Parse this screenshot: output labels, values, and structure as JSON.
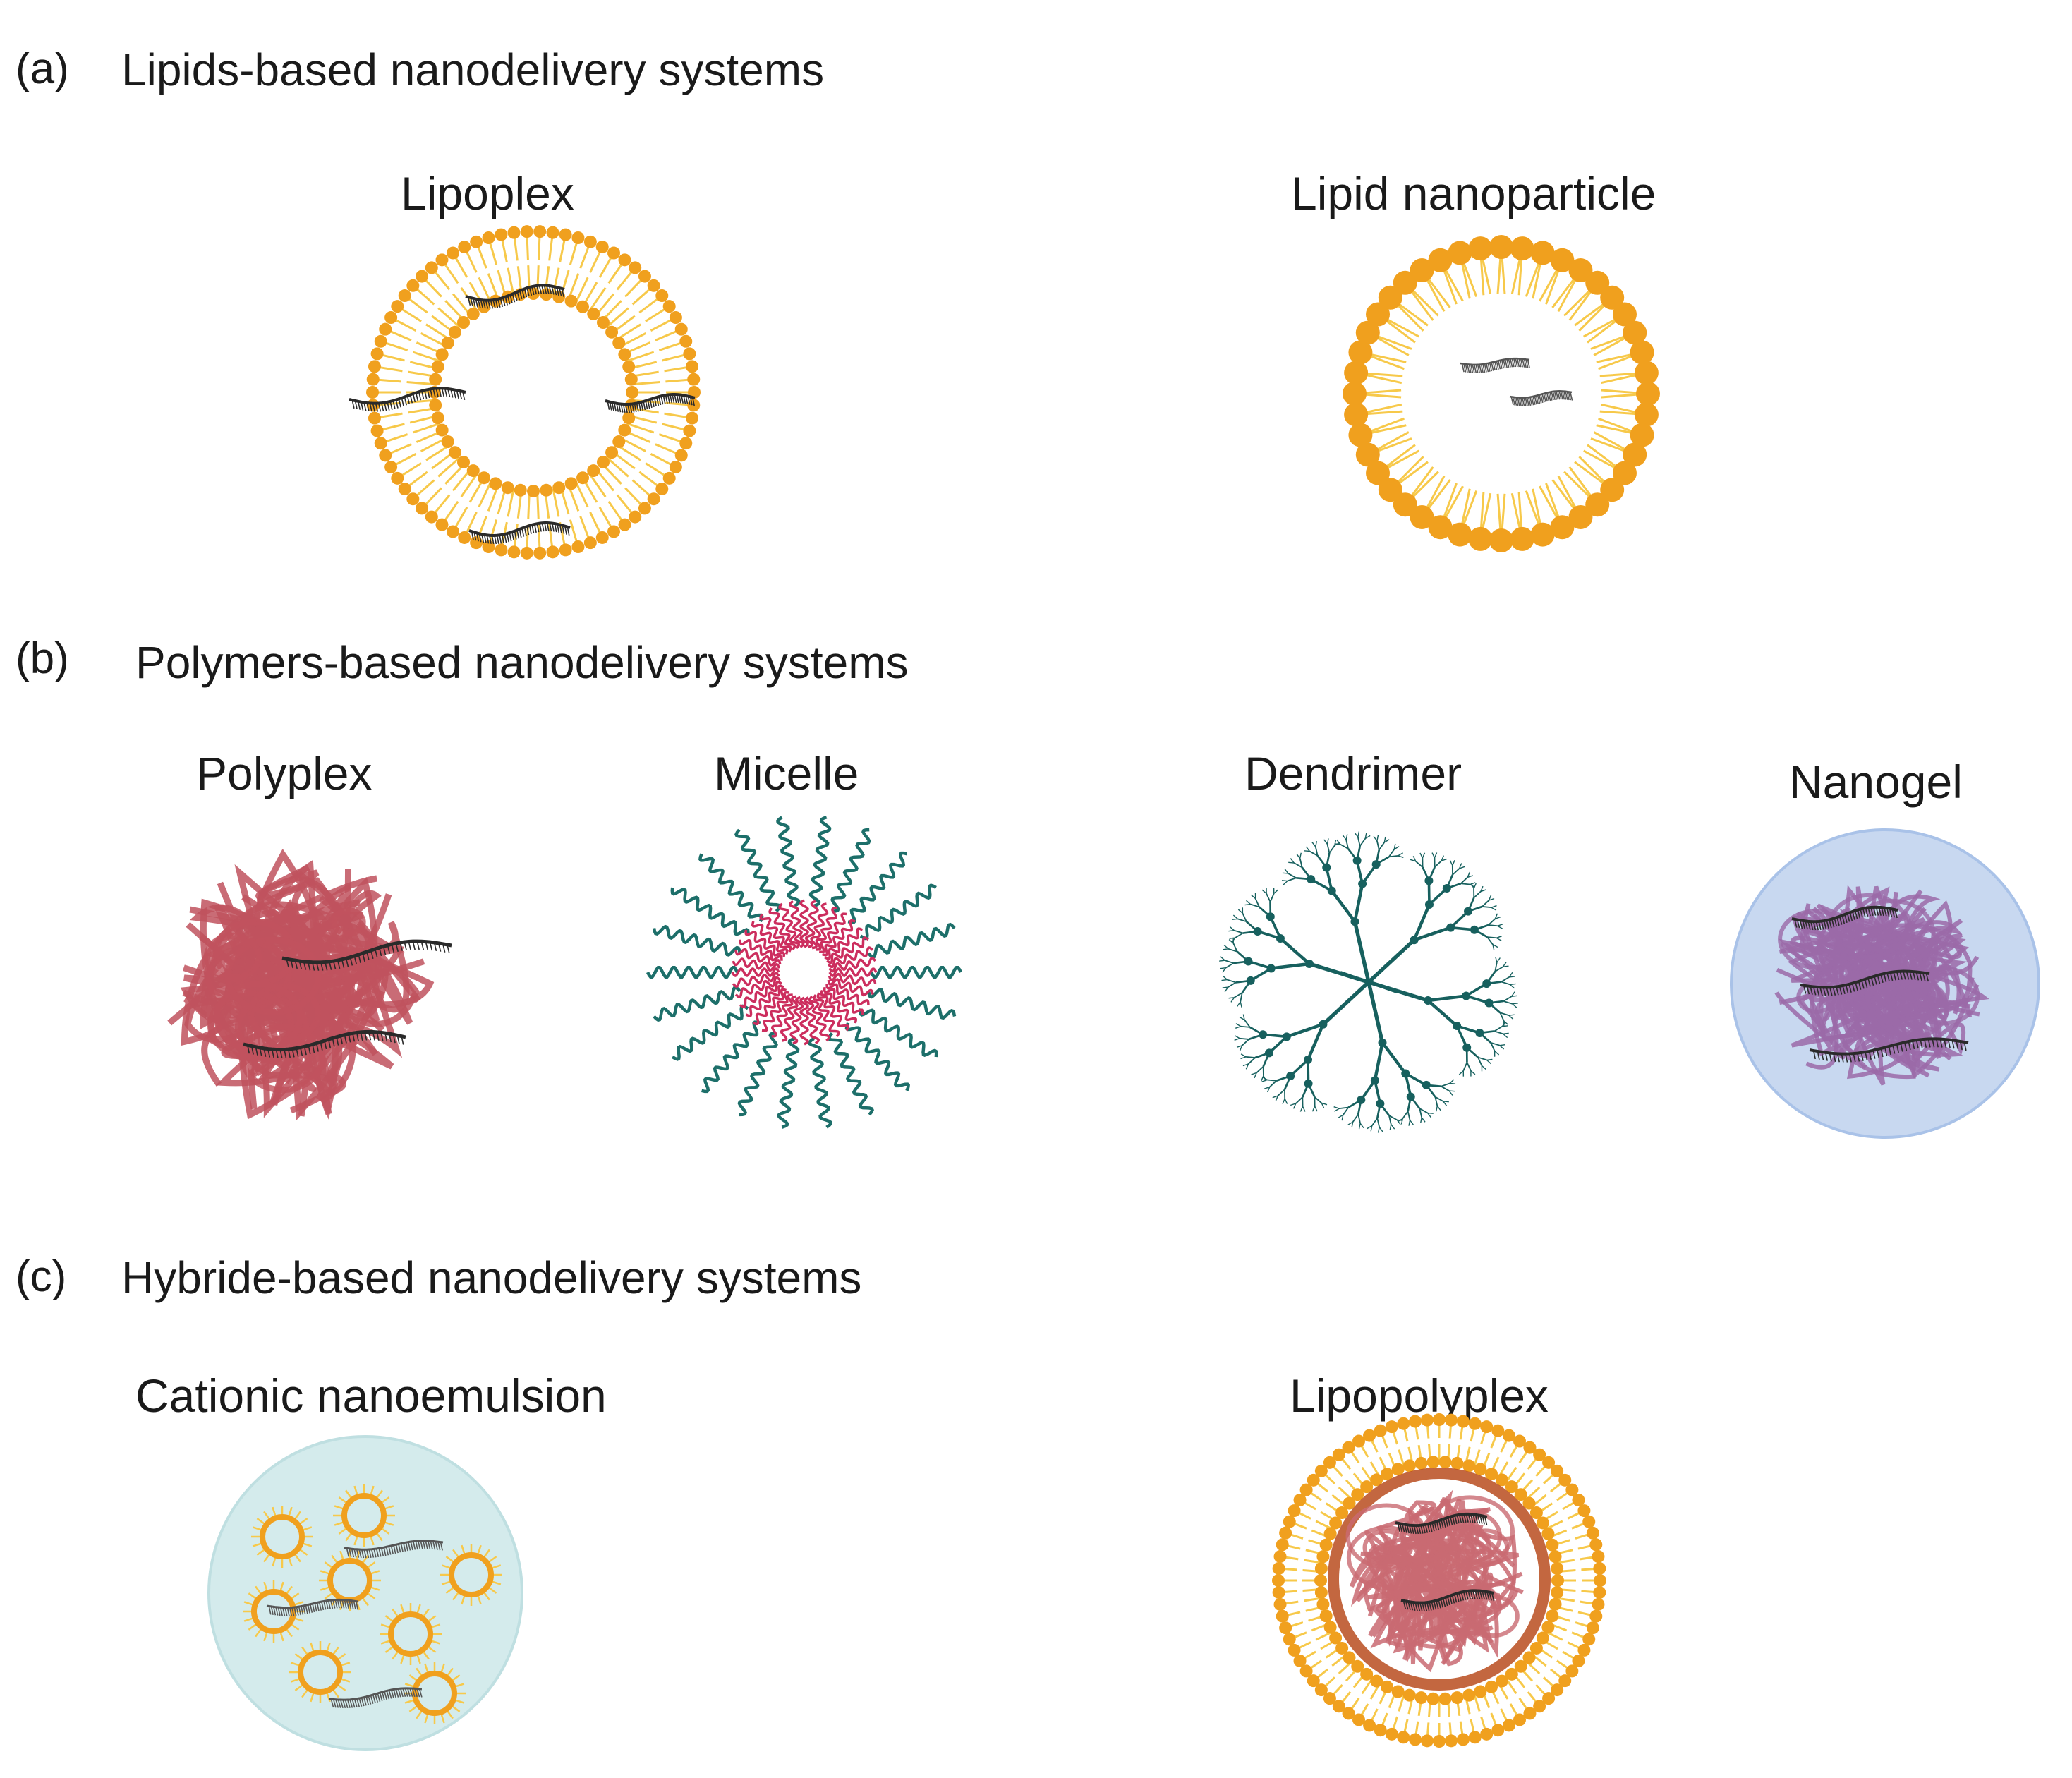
{
  "sections": {
    "a": {
      "letter": "(a)",
      "title": "Lipids-based nanodelivery systems"
    },
    "b": {
      "letter": "(b)",
      "title": "Polymers-based nanodelivery systems"
    },
    "c": {
      "letter": "(c)",
      "title": "Hybride-based nanodelivery systems"
    }
  },
  "items": {
    "lipoplex": "Lipoplex",
    "lipid_nanoparticle": "Lipid nanoparticle",
    "polyplex": "Polyplex",
    "micelle": "Micelle",
    "dendrimer": "Dendrimer",
    "nanogel": "Nanogel",
    "cationic_nanoemulsion": "Cationic nanoemulsion",
    "lipopolyplex": "Lipopolyplex"
  },
  "colors": {
    "lipid_head": "#f0a01e",
    "lipid_tail": "#f7c94a",
    "polyplex": "#c0525e",
    "micelle_outer": "#1d6f6a",
    "micelle_core": "#cc2e5e",
    "dendrimer": "#17605e",
    "nanogel_bg": "#c8d8f0",
    "nanogel_poly": "#9b6aa8",
    "emulsion_bg": "#d4ebec",
    "nucleic_acid": "#2a2a2a"
  }
}
